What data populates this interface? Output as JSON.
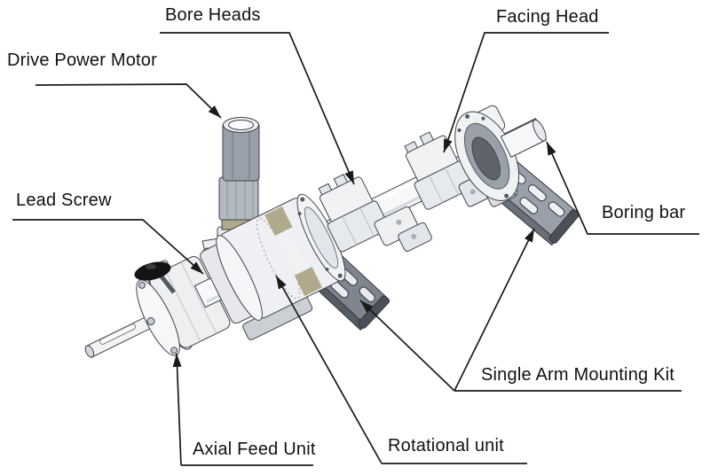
{
  "diagram": {
    "type": "technical-illustration",
    "subject": "portable line boring machine assembly",
    "labels": [
      {
        "id": "bore-heads",
        "text": "Bore Heads"
      },
      {
        "id": "facing-head",
        "text": "Facing Head"
      },
      {
        "id": "drive-power-motor",
        "text": "Drive Power Motor"
      },
      {
        "id": "lead-screw",
        "text": "Lead Screw"
      },
      {
        "id": "boring-bar",
        "text": "Boring bar"
      },
      {
        "id": "single-arm-mounting-kit",
        "text": "Single Arm Mounting Kit"
      },
      {
        "id": "rotational-unit",
        "text": "Rotational unit"
      },
      {
        "id": "axial-feed-unit",
        "text": "Axial Feed Unit"
      }
    ],
    "colors": {
      "background": "#ffffff",
      "leader_line": "#1a1a1a",
      "label_text": "#111111",
      "machine_outline": "#3f434a",
      "machine_light": "#f4f5f7",
      "machine_mid": "#c9cdd3",
      "machine_dark": "#8d939c",
      "arm_gray": "#8a9099",
      "knob_black": "#141414",
      "accent_tan": "#b1a98c"
    }
  }
}
